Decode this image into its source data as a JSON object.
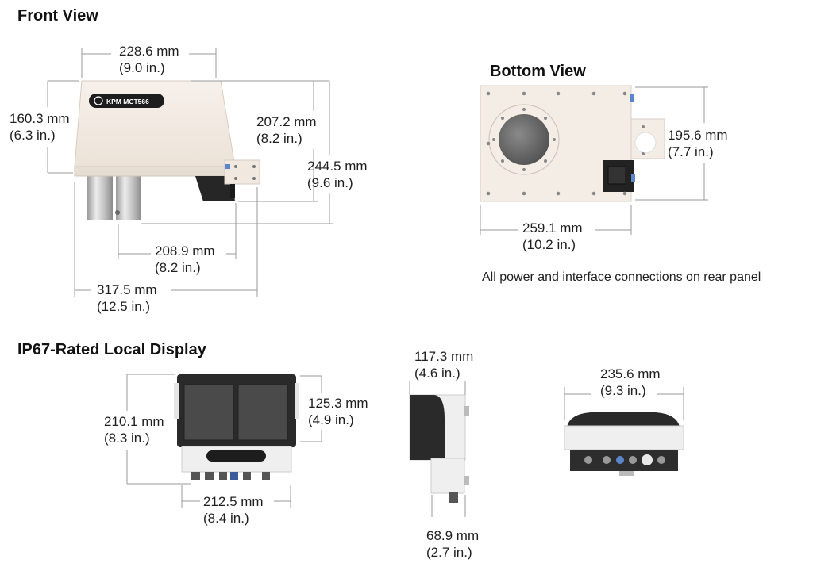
{
  "sections": {
    "front_view": "Front View",
    "bottom_view": "Bottom View",
    "local_display": "IP67-Rated Local Display"
  },
  "front": {
    "logo": "KPM MCT566",
    "width": {
      "mm": "228.6 mm",
      "in": "(9.0 in.)"
    },
    "height_body": {
      "mm": "160.3 mm",
      "in": "(6.3 in.)"
    },
    "height_bracket": {
      "mm": "207.2 mm",
      "in": "(8.2 in.)"
    },
    "height_total": {
      "mm": "244.5 mm",
      "in": "(9.6 in.)"
    },
    "pipe_to_bracket": {
      "mm": "208.9 mm",
      "in": "(8.2 in.)"
    },
    "overall_width": {
      "mm": "317.5 mm",
      "in": "(12.5 in.)"
    }
  },
  "bottom": {
    "depth": {
      "mm": "195.6 mm",
      "in": "(7.7 in.)"
    },
    "length": {
      "mm": "259.1 mm",
      "in": "(10.2 in.)"
    },
    "note": "All power and interface connections on rear panel"
  },
  "display": {
    "height_total": {
      "mm": "210.1 mm",
      "in": "(8.3 in.)"
    },
    "height_screen": {
      "mm": "125.3 mm",
      "in": "(4.9 in.)"
    },
    "width": {
      "mm": "212.5 mm",
      "in": "(8.4 in.)"
    },
    "side_depth": {
      "mm": "117.3 mm",
      "in": "(4.6 in.)"
    },
    "side_bottom": {
      "mm": "68.9 mm",
      "in": "(2.7 in.)"
    },
    "rear_width": {
      "mm": "235.6 mm",
      "in": "(9.3 in.)"
    }
  },
  "colors": {
    "panel": "#f3ebe4",
    "panel_edge": "#d9cfc6",
    "dark": "#1c1c1c",
    "steel": "#c8c8c8",
    "dim_line": "#9a9a9a"
  }
}
